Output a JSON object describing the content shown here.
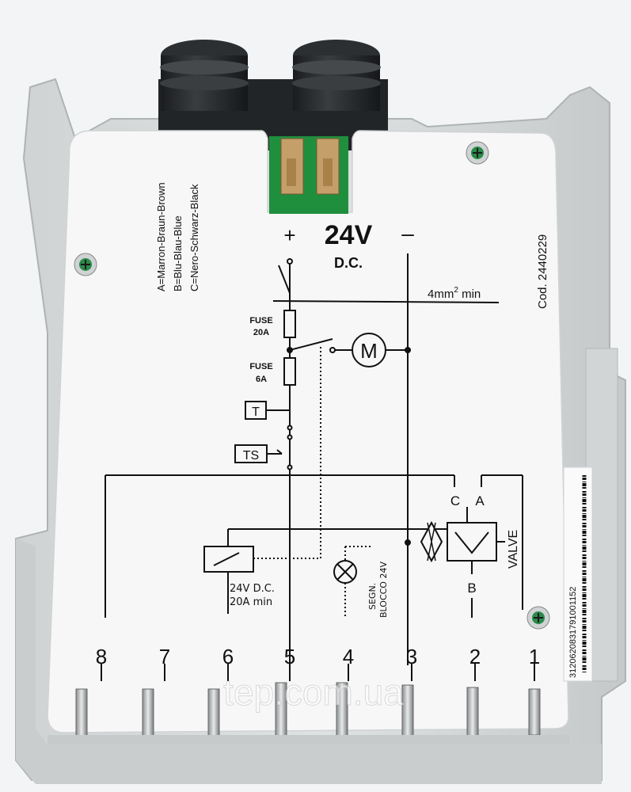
{
  "supply": {
    "voltage": "24V",
    "current_type": "D.C.",
    "plus": "+",
    "minus": "–"
  },
  "wire_spec": {
    "size": "4mm",
    "exp": "2",
    "suffix": " min"
  },
  "legend": {
    "a": "A=Marron-Braun-Brown",
    "b": "B=Blu-Blau-Blue",
    "c": "C=Nero-Schwarz-Black"
  },
  "code": "Cod. 2440229",
  "fuses": [
    {
      "label": "FUSE",
      "rating": "20A"
    },
    {
      "label": "FUSE",
      "rating": "6A"
    }
  ],
  "motor": "M",
  "thermostats": [
    "T",
    "TS"
  ],
  "relay": {
    "line1": "24V D.C.",
    "line2": "20A min"
  },
  "lockout_signal": {
    "line1": "SEGN.",
    "line2": "BLOCCO 24V"
  },
  "valve": {
    "label": "VALVE",
    "pin_c": "C",
    "pin_a": "A",
    "pin_b": "B"
  },
  "terminals": [
    "8",
    "7",
    "6",
    "5",
    "4",
    "3",
    "2",
    "1"
  ],
  "barcode_number": "3120620831791001152",
  "watermark": "tep.com.ua"
}
